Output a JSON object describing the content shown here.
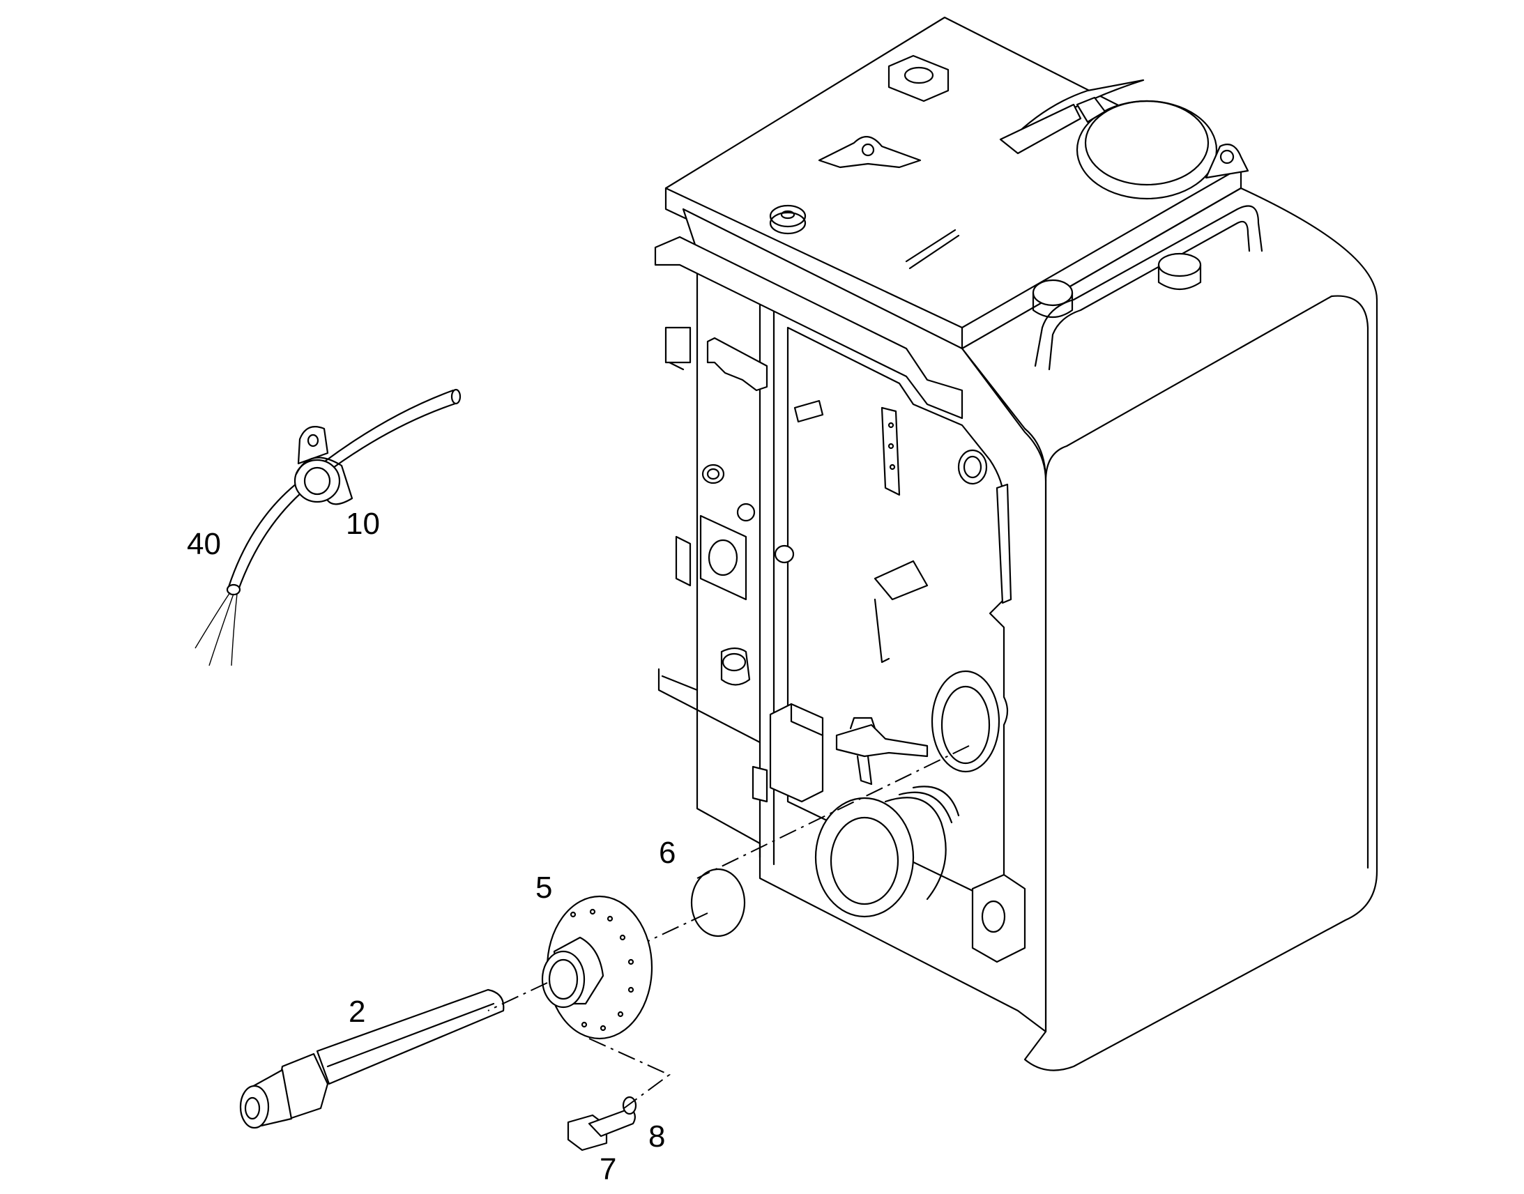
{
  "callouts": {
    "c40": "40",
    "c10": "10",
    "c2": "2",
    "c5": "5",
    "c6": "6",
    "c7": "7",
    "c8": "8"
  }
}
